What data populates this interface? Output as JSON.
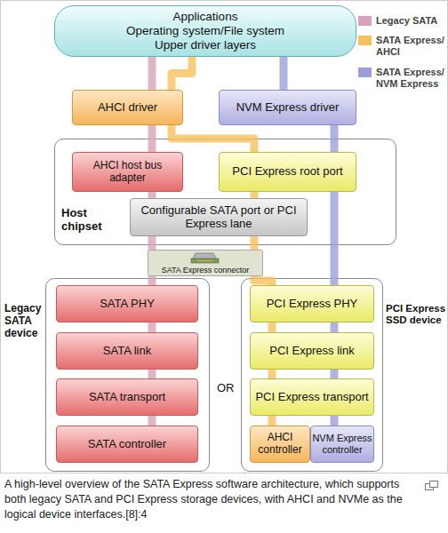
{
  "diagram": {
    "caption": "A high-level overview of the SATA Express software architecture, which supports both legacy SATA and PCI Express storage devices, with AHCI and NVMe as the logical device interfaces.[8]:4",
    "nodes": [
      {
        "text": [
          "Applications",
          "Operating system/File system",
          "Upper driver layers"
        ]
      },
      {
        "text": [
          "AHCI driver"
        ]
      },
      {
        "text": [
          "NVM Express driver"
        ]
      },
      {
        "text": [
          "Host chipset"
        ]
      },
      {
        "text": [
          "AHCI host bus adapter"
        ],
        "in": 3
      },
      {
        "text": [
          "PCI Express root port"
        ],
        "in": 3
      },
      {
        "text": [
          "Configurable SATA port or PCI Express lane"
        ],
        "in": 3
      },
      {
        "text": [
          "SATA Express connector"
        ]
      },
      {
        "text": [
          "Legacy SATA device"
        ]
      },
      {
        "text": [
          "SATA PHY"
        ],
        "in": 8
      },
      {
        "text": [
          "SATA link"
        ],
        "in": 8
      },
      {
        "text": [
          "SATA transport"
        ],
        "in": 8
      },
      {
        "text": [
          "SATA controller"
        ],
        "in": 8
      },
      {
        "text": [
          "PCI Express SSD device"
        ]
      },
      {
        "text": [
          "PCI Express PHY"
        ],
        "in": 13
      },
      {
        "text": [
          "PCI Express link"
        ],
        "in": 13
      },
      {
        "text": [
          "PCI Express transport"
        ],
        "in": 13
      },
      {
        "text": [
          "AHCI controller"
        ],
        "in": 13
      },
      {
        "text": [
          "NVM Express controller"
        ],
        "in": 13
      }
    ],
    "edges": [
      {
        "from": 0,
        "to": 1,
        "arrow": "none"
      },
      {
        "from": 1,
        "to": 4,
        "arrow": "none"
      },
      {
        "from": 4,
        "to": 6,
        "arrow": "none"
      },
      {
        "from": 6,
        "to": 7,
        "arrow": "none"
      },
      {
        "from": 7,
        "to": 9,
        "arrow": "none"
      },
      {
        "from": 9,
        "to": 10,
        "arrow": "none"
      },
      {
        "from": 10,
        "to": 11,
        "arrow": "none"
      },
      {
        "from": 11,
        "to": 12,
        "arrow": "none"
      },
      {
        "from": 0,
        "to": 1,
        "arrow": "none"
      },
      {
        "from": 1,
        "to": 5,
        "arrow": "none"
      },
      {
        "from": 5,
        "to": 6,
        "arrow": "none"
      },
      {
        "from": 6,
        "to": 7,
        "arrow": "none"
      },
      {
        "from": 7,
        "to": 14,
        "arrow": "none"
      },
      {
        "from": 14,
        "to": 15,
        "arrow": "none"
      },
      {
        "from": 15,
        "to": 16,
        "arrow": "none"
      },
      {
        "from": 16,
        "to": 17,
        "arrow": "none"
      },
      {
        "from": 0,
        "to": 2,
        "arrow": "none"
      },
      {
        "from": 2,
        "to": 5,
        "arrow": "none"
      },
      {
        "from": 5,
        "to": 14,
        "arrow": "none"
      },
      {
        "from": 14,
        "to": 15,
        "arrow": "none"
      },
      {
        "from": 15,
        "to": 16,
        "arrow": "none"
      },
      {
        "from": 16,
        "to": 18,
        "arrow": "none"
      }
    ],
    "labels": [
      "OR"
    ],
    "legend": [
      {
        "text": "Legacy SATA",
        "color": "#d8a2bc"
      },
      {
        "text": "SATA Express/ AHCI",
        "color": "#f6c15c"
      },
      {
        "text": "SATA Express/ NVM Express",
        "color": "#9d9ddb"
      }
    ]
  }
}
